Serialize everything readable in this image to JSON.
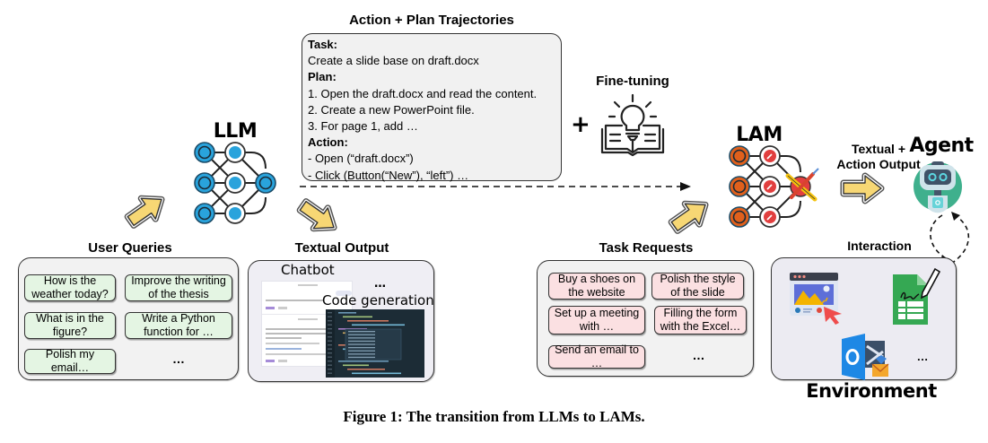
{
  "figure": {
    "caption": "Figure 1: The transition from LLMs to LAMs."
  },
  "trajectories": {
    "title": "Action + Plan Trajectories",
    "task_label": "Task:",
    "task_text": "Create a slide base on draft.docx",
    "plan_label": "Plan:",
    "plan_steps": [
      "1. Open the draft.docx and read the content.",
      "2. Create a new PowerPoint file.",
      "3. For page 1, add …"
    ],
    "action_label": "Action:",
    "actions": [
      "- Open (“draft.docx”)",
      "- Click (Button(“New”), “left”) …"
    ]
  },
  "plus_sign": "+",
  "fine_tuning": {
    "label": "Fine-tuning",
    "icon": "lightbulb-book-icon"
  },
  "llm": {
    "label": "LLM",
    "icon": "neural-network-icon",
    "color": "#29a3dc"
  },
  "lam": {
    "label": "LAM",
    "icon": "neural-network-tools-icon",
    "color": "#e0601c"
  },
  "agent": {
    "label": "Agent",
    "icon": "robot-icon",
    "output_label_line1": "Textual +",
    "output_label_line2": "Action Output"
  },
  "user_queries": {
    "title": "User Queries",
    "items": [
      "How is the weather today?",
      "Improve the writing of the thesis",
      "What is in the figure?",
      "Write a Python function for …",
      "Polish my email…"
    ],
    "more": "…",
    "chip_color": "#e4f5e3"
  },
  "textual_output": {
    "title": "Textual Output",
    "chatbot_label": "Chatbot",
    "code_label": "Code generation",
    "more": "…"
  },
  "task_requests": {
    "title": "Task Requests",
    "items": [
      "Buy a shoes on the website",
      "Polish the style of the slide",
      "Set up a meeting with …",
      "Filling the form with the Excel…",
      "Send an email to …"
    ],
    "more": "…",
    "chip_color": "#fbe0e2"
  },
  "environment": {
    "title": "Environment",
    "interaction_label": "Interaction",
    "apps": [
      "web-browser-icon",
      "spreadsheet-icon",
      "outlook-email-icon"
    ],
    "more": "…"
  },
  "colors": {
    "arrow_fill": "#f7d774",
    "llm_blue": "#29a3dc",
    "lam_orange": "#e0601c",
    "panel_bg": "#f2f2f2",
    "env_bg": "#ecebf2"
  }
}
